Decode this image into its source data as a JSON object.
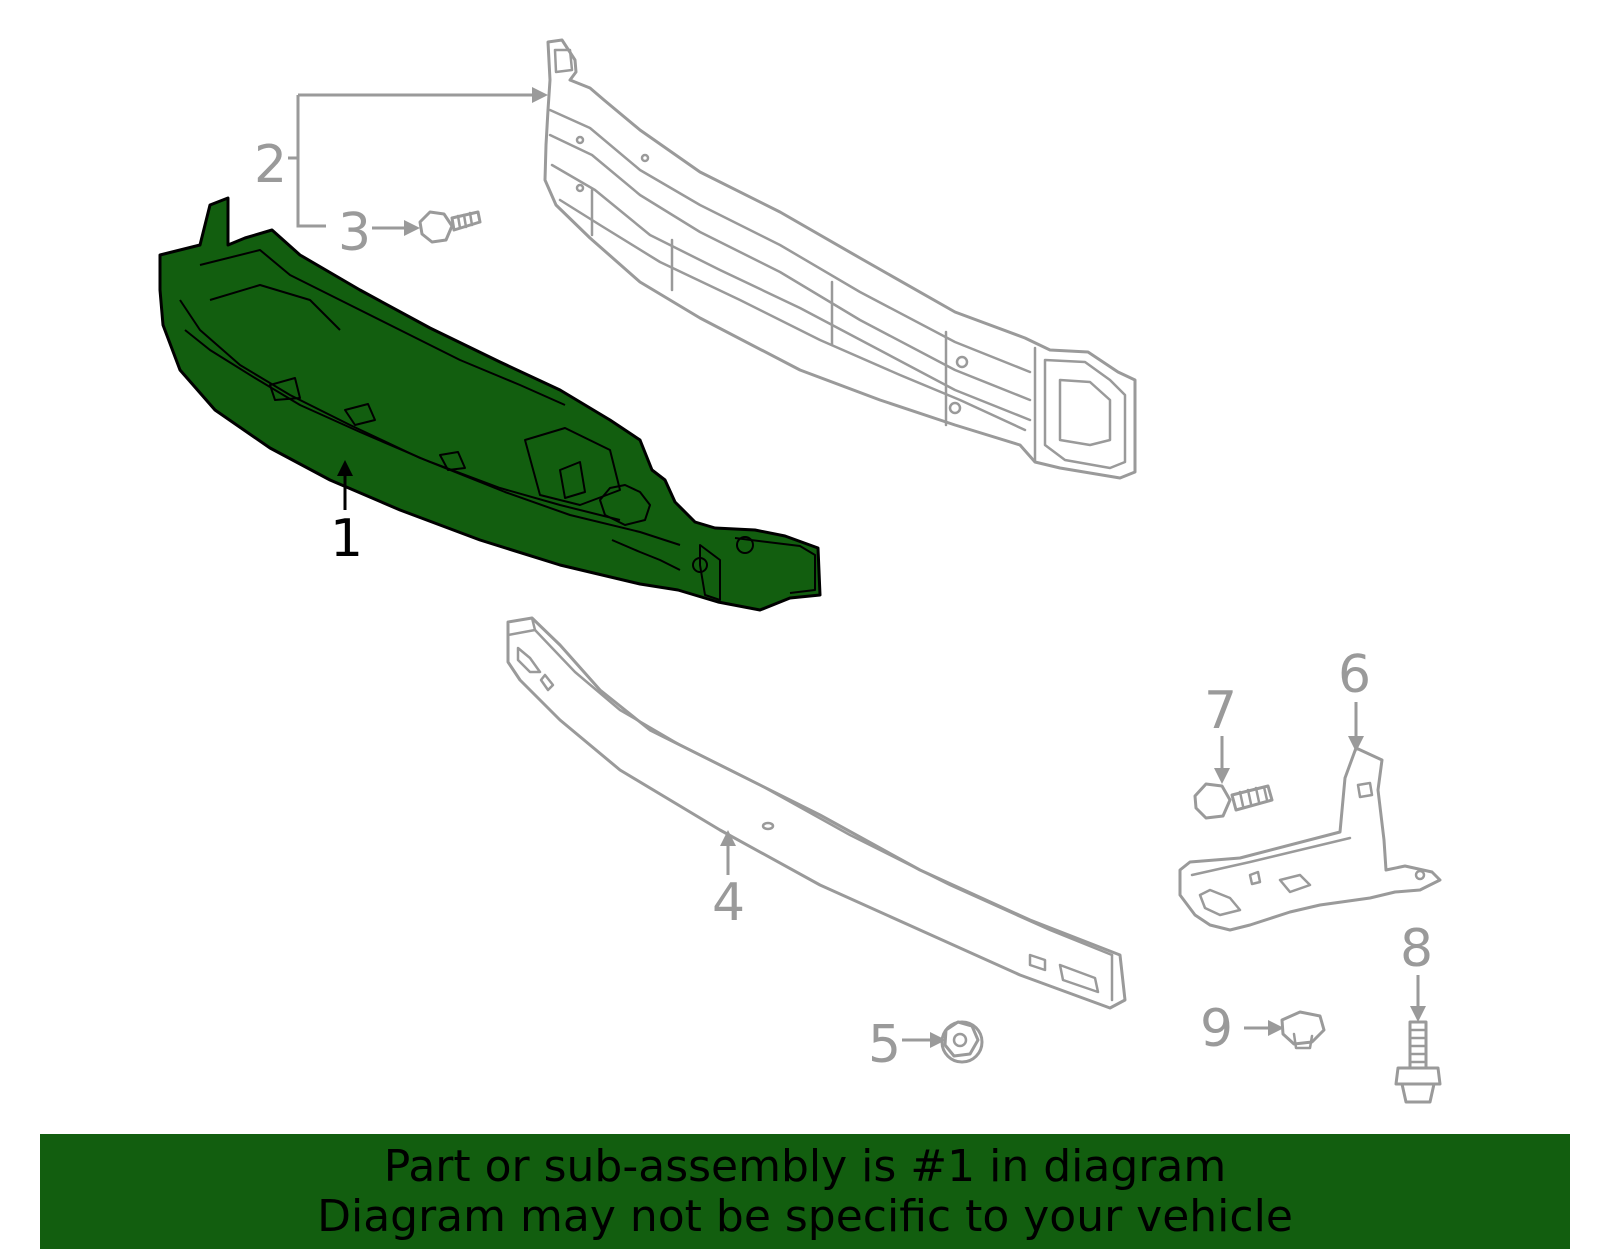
{
  "callouts": [
    {
      "id": "1",
      "highlighted": true
    },
    {
      "id": "2",
      "highlighted": false
    },
    {
      "id": "3",
      "highlighted": false
    },
    {
      "id": "4",
      "highlighted": false
    },
    {
      "id": "5",
      "highlighted": false
    },
    {
      "id": "6",
      "highlighted": false
    },
    {
      "id": "7",
      "highlighted": false
    },
    {
      "id": "8",
      "highlighted": false
    },
    {
      "id": "9",
      "highlighted": false
    }
  ],
  "banner": {
    "line1": "Part or sub-assembly is #1 in diagram",
    "line2": "Diagram may not be specific to your vehicle"
  },
  "colors": {
    "highlight_part": "#125e0f",
    "banner_background": "#125e0f",
    "line_art": "#9a9a9a",
    "active_callout": "#000000"
  }
}
